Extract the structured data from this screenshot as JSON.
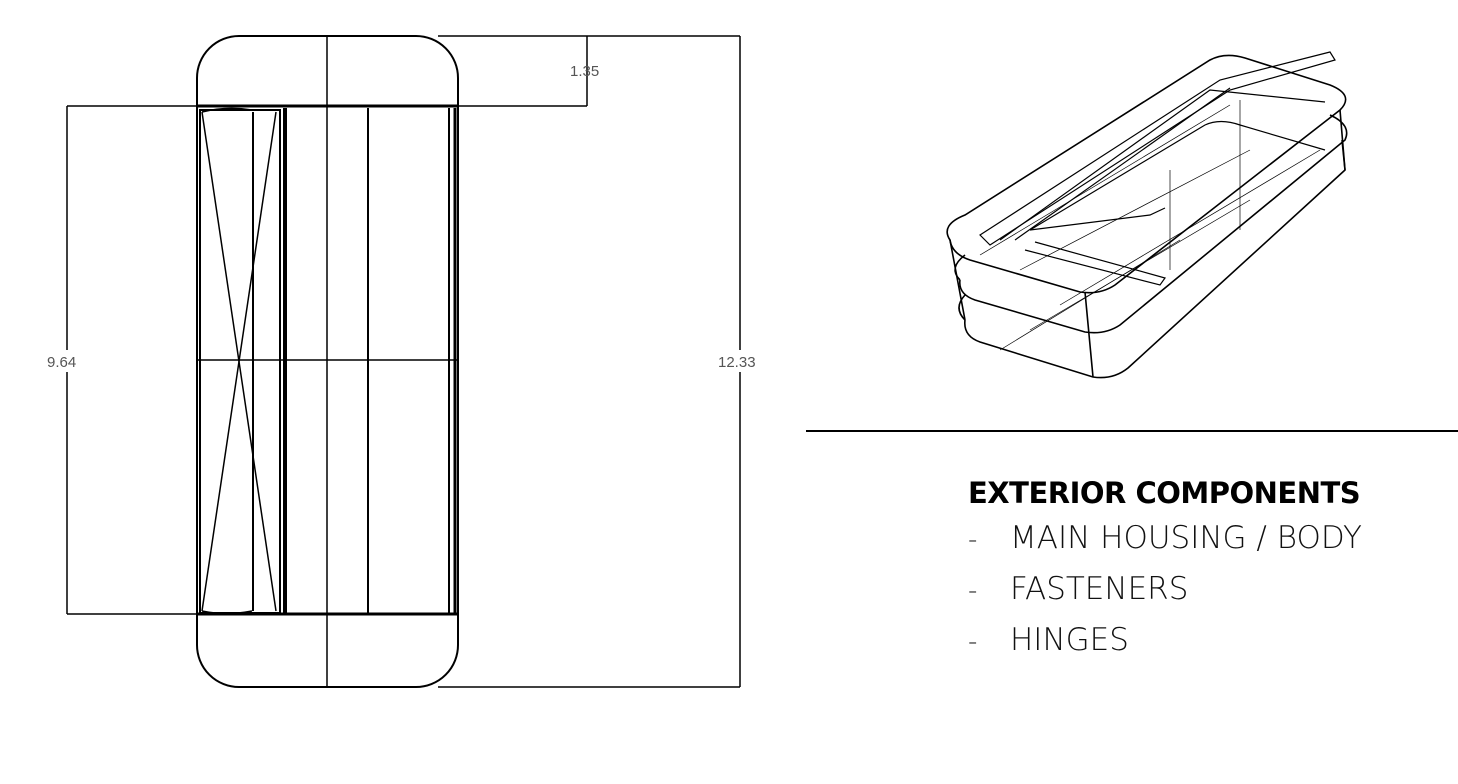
{
  "drawing": {
    "dimensions": {
      "top_offset": "1.35",
      "inner_length": "9.64",
      "overall_length": "12.33"
    }
  },
  "components_panel": {
    "heading": "EXTERIOR COMPONENTS",
    "items": [
      {
        "bullet": "-",
        "label": "MAIN HOUSING / BODY"
      },
      {
        "bullet": "-",
        "label": "FASTENERS"
      },
      {
        "bullet": "-",
        "label": "HINGES"
      }
    ]
  }
}
